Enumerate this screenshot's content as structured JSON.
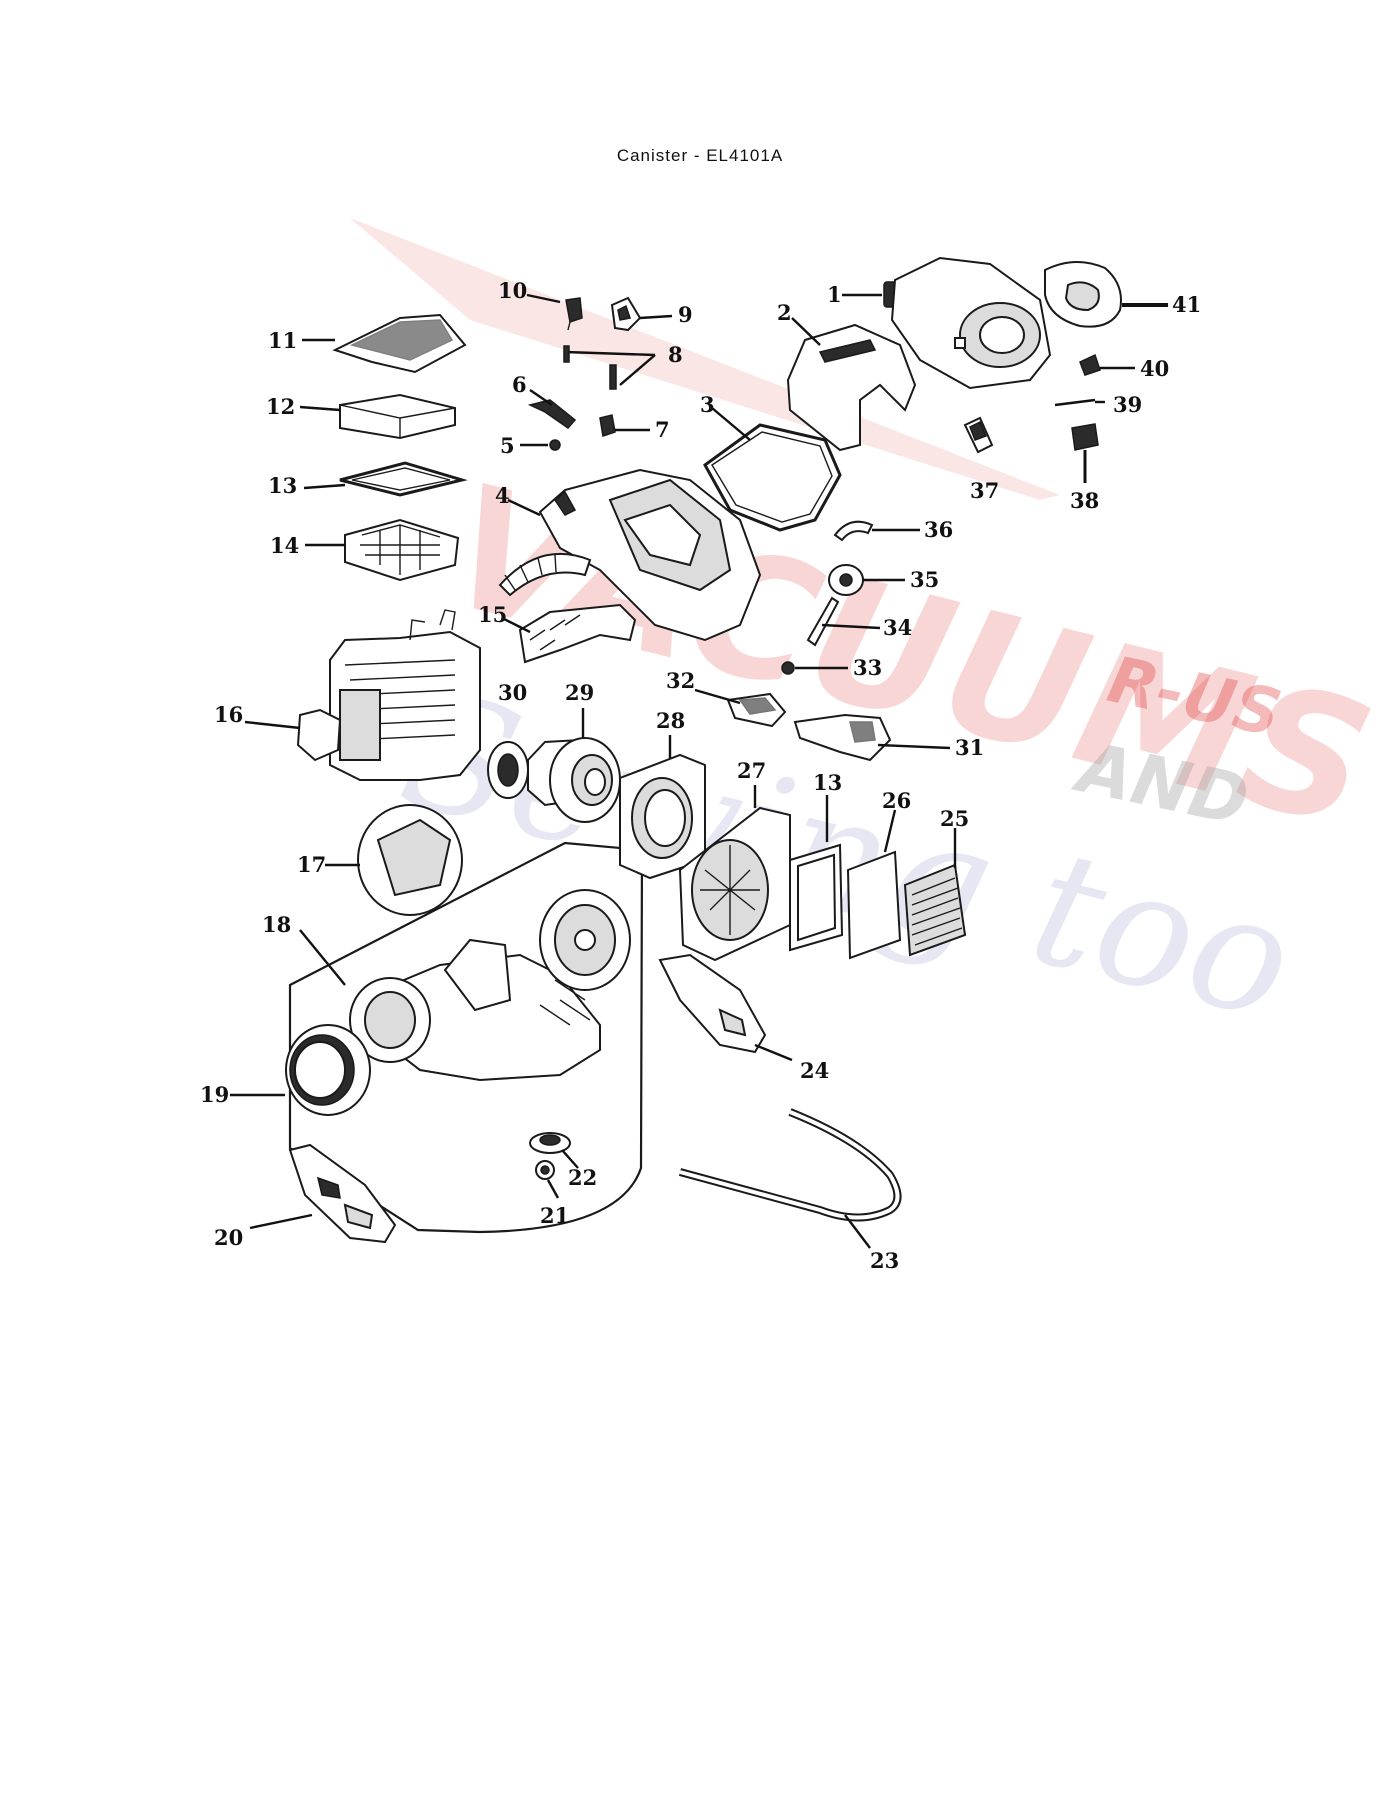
{
  "title": "Canister -  EL4101A",
  "watermark": {
    "main": "VACUUMS",
    "r_us": "R-US",
    "and": "AND",
    "script": "Sewing too",
    "colors": {
      "red": "#e23a3a",
      "blue": "#6a70b8",
      "gray": "#9a9a9a"
    }
  },
  "callouts": {
    "c1": "1",
    "c2": "2",
    "c3": "3",
    "c4": "4",
    "c5": "5",
    "c6": "6",
    "c7": "7",
    "c8": "8",
    "c9": "9",
    "c10": "10",
    "c11": "11",
    "c12": "12",
    "c13a": "13",
    "c13b": "13",
    "c14": "14",
    "c15": "15",
    "c16": "16",
    "c17": "17",
    "c18": "18",
    "c19": "19",
    "c20": "20",
    "c21": "21",
    "c22": "22",
    "c23": "23",
    "c24": "24",
    "c25": "25",
    "c26": "26",
    "c27": "27",
    "c28": "28",
    "c29": "29",
    "c30": "30",
    "c31": "31",
    "c32": "32",
    "c33": "33",
    "c34": "34",
    "c35": "35",
    "c36": "36",
    "c37": "37",
    "c38": "38",
    "c39": "39",
    "c40": "40",
    "c41": "41"
  }
}
